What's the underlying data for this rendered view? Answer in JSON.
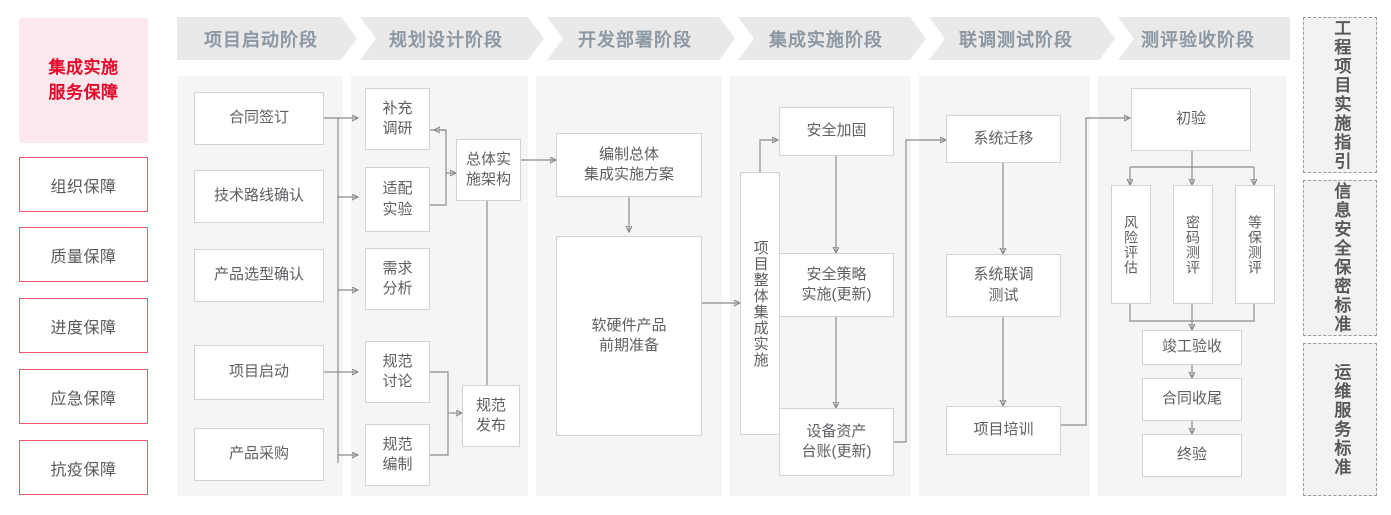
{
  "left_sidebar": {
    "title": "集成实施\n服务保障",
    "title_line1": "集成实施",
    "title_line2": "服务保障",
    "items": [
      {
        "label": "组织保障"
      },
      {
        "label": "质量保障"
      },
      {
        "label": "进度保障"
      },
      {
        "label": "应急保障"
      },
      {
        "label": "抗疫保障"
      }
    ]
  },
  "phases": [
    {
      "header": "项目启动阶段"
    },
    {
      "header": "规划设计阶段"
    },
    {
      "header": "开发部署阶段"
    },
    {
      "header": "集成实施阶段"
    },
    {
      "header": "联调测试阶段"
    },
    {
      "header": "测评验收阶段"
    }
  ],
  "nodes": {
    "p1": [
      {
        "label": "合同签订"
      },
      {
        "label": "技术路线确认"
      },
      {
        "label": "产品选型确认"
      },
      {
        "label": "项目启动"
      },
      {
        "label": "产品采购"
      }
    ],
    "p2": [
      {
        "label": "补充\n调研",
        "l1": "补充",
        "l2": "调研"
      },
      {
        "label": "适配\n实验",
        "l1": "适配",
        "l2": "实验"
      },
      {
        "label": "需求\n分析",
        "l1": "需求",
        "l2": "分析"
      },
      {
        "label": "规范\n讨论",
        "l1": "规范",
        "l2": "讨论"
      },
      {
        "label": "规范\n编制",
        "l1": "规范",
        "l2": "编制"
      }
    ],
    "p2b": [
      {
        "label": "总体实\n施架构",
        "l1": "总体实",
        "l2": "施架构"
      },
      {
        "label": "规范\n发布",
        "l1": "规范",
        "l2": "发布"
      }
    ],
    "p3": [
      {
        "label": "编制总体\n集成实施方案",
        "l1": "编制总体",
        "l2": "集成实施方案"
      },
      {
        "label": "软硬件产品\n前期准备",
        "l1": "软硬件产品",
        "l2": "前期准备"
      }
    ],
    "p4_vertical": {
      "label": "项目整体集成实施"
    },
    "p4": [
      {
        "label": "安全加固"
      },
      {
        "label": "安全策略\n实施(更新)",
        "l1": "安全策略",
        "l2": "实施(更新)"
      },
      {
        "label": "设备资产\n台账(更新)",
        "l1": "设备资产",
        "l2": "台账(更新)"
      }
    ],
    "p5": [
      {
        "label": "系统迁移"
      },
      {
        "label": "系统联调\n测试",
        "l1": "系统联调",
        "l2": "测试"
      },
      {
        "label": "项目培训"
      }
    ],
    "p6": [
      {
        "label": "初验"
      },
      {
        "label": "竣工验收"
      },
      {
        "label": "合同收尾"
      },
      {
        "label": "终验"
      }
    ],
    "p6_parallel": [
      {
        "label": "风险评估"
      },
      {
        "label": "密码测评"
      },
      {
        "label": "等保测评"
      }
    ]
  },
  "right_sidebar": {
    "items": [
      {
        "label": "工程项目实施指引"
      },
      {
        "label": "信息安全保密标准"
      },
      {
        "label": "运维服务标准"
      }
    ]
  },
  "colors": {
    "accent_red": "#e4092b",
    "accent_pink_bg": "#fbe8ec",
    "guarantee_border": "#e8566f",
    "phase_header_bg": "#e9e9e9",
    "phase_header_text": "#8c98a2",
    "column_bg": "#f5f5f5",
    "node_border": "#d2d2d2",
    "node_text": "#5d5f63",
    "wire": "#8c8c8c",
    "std_bg": "#f2f2f2",
    "std_border": "#9b9b9b"
  }
}
